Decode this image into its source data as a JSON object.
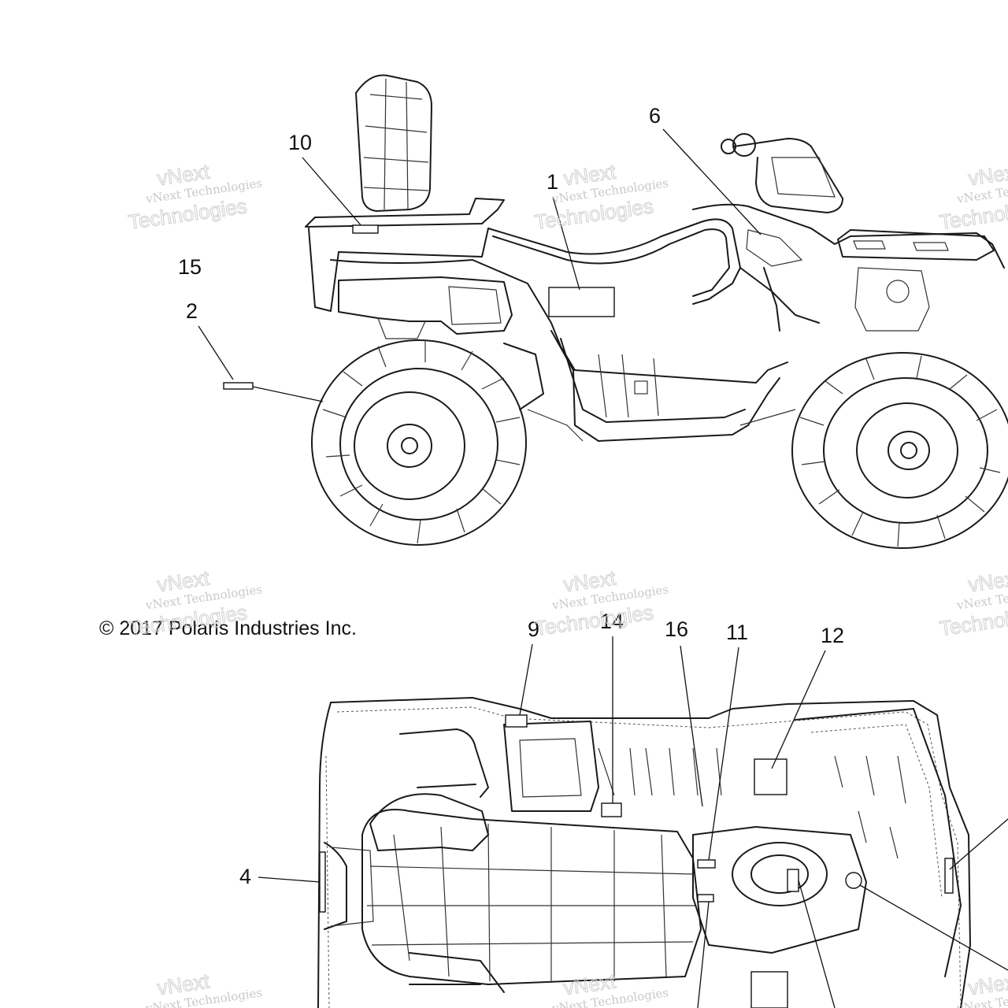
{
  "copyright": "© 2017 Polaris Industries Inc.",
  "watermark": {
    "line1": "vNext Technologies",
    "line2": "Technologies",
    "line3": "vNext"
  },
  "callouts": {
    "c1": "1",
    "c2": "2",
    "c4": "4",
    "c6": "6",
    "c9": "9",
    "c10": "10",
    "c11": "11",
    "c12": "12",
    "c14": "14",
    "c15": "15",
    "c16": "16"
  }
}
